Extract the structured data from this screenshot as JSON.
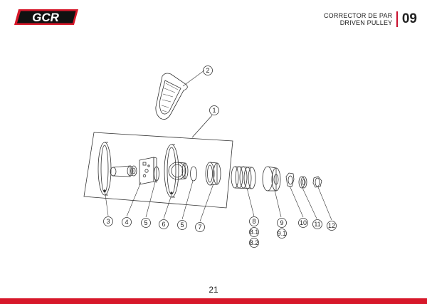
{
  "brand": {
    "logo_text": "GCR",
    "accent": "#d7182a"
  },
  "header": {
    "title_es": "CORRECTOR DE PAR",
    "title_en": "DRIVEN PULLEY",
    "section_number": "09"
  },
  "callouts": {
    "c1": "1",
    "c2": "2",
    "c3": "3",
    "c4": "4",
    "c5a": "5",
    "c6": "6",
    "c5b": "5",
    "c7": "7",
    "c8": "8",
    "c8_1": "8.1",
    "c8_2": "8.2",
    "c9": "9",
    "c9_1": "9.1",
    "c10": "10",
    "c11": "11",
    "c12": "12"
  },
  "footer": {
    "page_number": "21"
  }
}
